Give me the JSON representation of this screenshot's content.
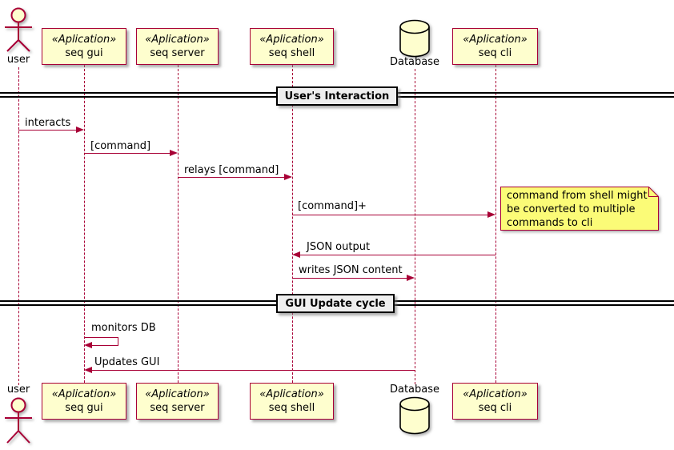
{
  "palette": {
    "accent": "#A80036",
    "participant_fill": "#FEFECE",
    "note_fill": "#FBFB77",
    "divider_fill": "#EEEEEE",
    "text_color": "#000000",
    "background": "#FFFFFF"
  },
  "actor": {
    "name": "user"
  },
  "participants": [
    {
      "stereotype": "«Aplication»",
      "name": "seq gui"
    },
    {
      "stereotype": "«Aplication»",
      "name": "seq server"
    },
    {
      "stereotype": "«Aplication»",
      "name": "seq shell"
    },
    {
      "stereotype": "«Aplication»",
      "name": "seq cli"
    }
  ],
  "database": {
    "label": "Database"
  },
  "dividers": [
    {
      "label": "User's Interaction"
    },
    {
      "label": "GUI Update cycle"
    }
  ],
  "messages": [
    {
      "label": "interacts",
      "from": "user",
      "to": "seq gui"
    },
    {
      "label": "[command]",
      "from": "seq gui",
      "to": "seq server"
    },
    {
      "label": "relays [command]",
      "from": "seq server",
      "to": "seq shell"
    },
    {
      "label": "[command]+",
      "from": "seq shell",
      "to": "seq cli"
    },
    {
      "label": "JSON output",
      "from": "seq cli",
      "to": "seq shell"
    },
    {
      "label": "writes JSON content",
      "from": "seq shell",
      "to": "Database"
    },
    {
      "label": "monitors DB",
      "from": "seq gui",
      "to": "seq gui"
    },
    {
      "label": "Updates GUI",
      "from": "Database",
      "to": "seq gui"
    }
  ],
  "note": {
    "lines": [
      "command from shell might",
      "be converted to multiple",
      "commands to cli"
    ]
  }
}
